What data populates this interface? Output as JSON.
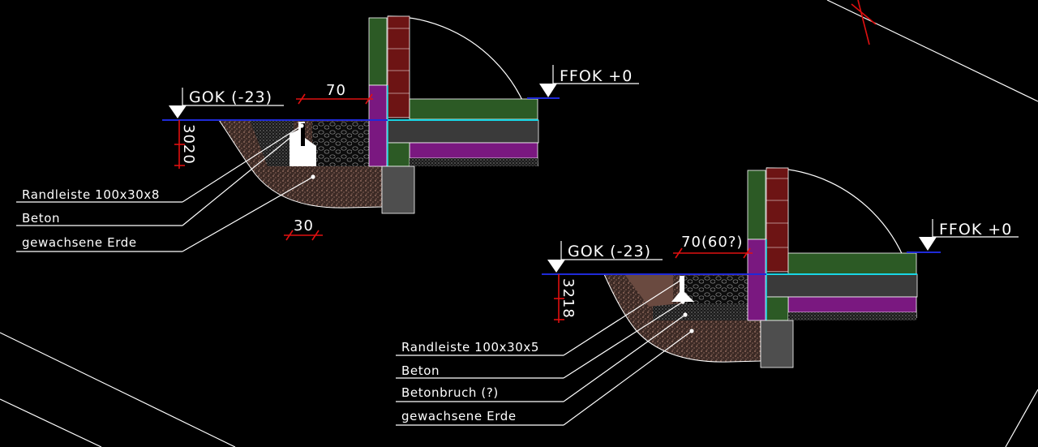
{
  "detail_1": {
    "gok_label": "GOK (-23)",
    "ffok_label": "FFOK +0",
    "dim_width": "70",
    "dim_height": "3020",
    "dim_bottom": "30",
    "callouts": [
      "Randleiste 100x30x8",
      "Beton",
      "gewachsene Erde"
    ]
  },
  "detail_2": {
    "gok_label": "GOK (-23)",
    "ffok_label": "FFOK +0",
    "dim_width": "70(60?)",
    "dim_height": "3218",
    "callouts": [
      "Randleiste 100x30x5",
      "Beton",
      "Betonbruch (?)",
      "gewachsene Erde"
    ]
  },
  "colors": {
    "background": "#000000",
    "line": "#ffffff",
    "dimension": "#e01010",
    "grade_line": "#1f2ad8",
    "insulation_green": "#2c5a25",
    "brick_red": "#6d1414",
    "vapor_purple": "#7a1880",
    "screed_grey": "#3a3a3a",
    "foundation_grey": "#4e4e4e",
    "membrane_cyan": "#19d6e6",
    "soil": "#5a3e35"
  }
}
